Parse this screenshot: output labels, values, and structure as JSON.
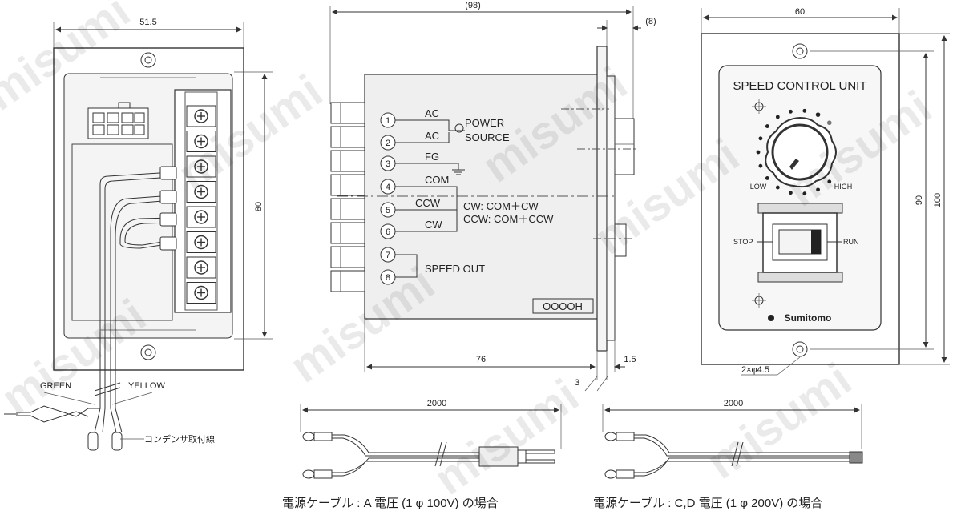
{
  "left_view": {
    "dim_width": "51.5",
    "dim_height": "80",
    "wire_green": "GREEN",
    "wire_yellow": "YELLOW",
    "capacitor_label": "コンデンサ取付線"
  },
  "side_view": {
    "dim_total": "(98)",
    "dim_front": "(8)",
    "dim_body": "76",
    "dim_plate": "1.5",
    "dim_gap": "3",
    "terminals": [
      {
        "num": "1",
        "label": "AC"
      },
      {
        "num": "2",
        "label": "AC"
      },
      {
        "num": "3",
        "label": "FG"
      },
      {
        "num": "4",
        "label": "COM"
      },
      {
        "num": "5",
        "label": "CCW"
      },
      {
        "num": "6",
        "label": "CW"
      },
      {
        "num": "7",
        "label": ""
      },
      {
        "num": "8",
        "label": "SPEED OUT"
      }
    ],
    "power_source_1": "POWER",
    "power_source_2": "SOURCE",
    "cw_note": "CW: COM＋CW",
    "ccw_note": "CCW: COM＋CCW",
    "model_box": "OOOOH"
  },
  "front_view": {
    "dim_width": "60",
    "dim_inner_height": "90",
    "dim_outer_height": "100",
    "title": "SPEED CONTROL UNIT",
    "low": "LOW",
    "high": "HIGH",
    "stop": "STOP",
    "run": "RUN",
    "brand": "Sumitomo",
    "hole_note": "2×φ4.5"
  },
  "cables": {
    "left_length": "2000",
    "right_length": "2000",
    "left_caption": "電源ケーブル : A 電圧 (1 φ 100V) の場合",
    "right_caption": "電源ケーブル : C,D 電圧 (1 φ 200V) の場合"
  },
  "watermark": "misumi"
}
